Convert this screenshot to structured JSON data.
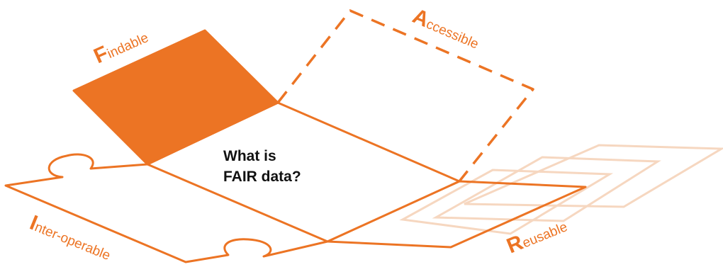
{
  "center": {
    "line1": "What is",
    "line2": "FAIR data?"
  },
  "labels": {
    "findable": {
      "initial": "F",
      "rest": "indable"
    },
    "accessible": {
      "initial": "A",
      "rest": "ccessible"
    },
    "interoperable": {
      "initial": "I",
      "rest": "nter-operable"
    },
    "reusable": {
      "initial": "R",
      "rest": "eusable"
    }
  },
  "colors": {
    "accent": "#EC7424",
    "faded": "#F4C9AA",
    "text": "#111111",
    "background": "#FFFFFF"
  }
}
